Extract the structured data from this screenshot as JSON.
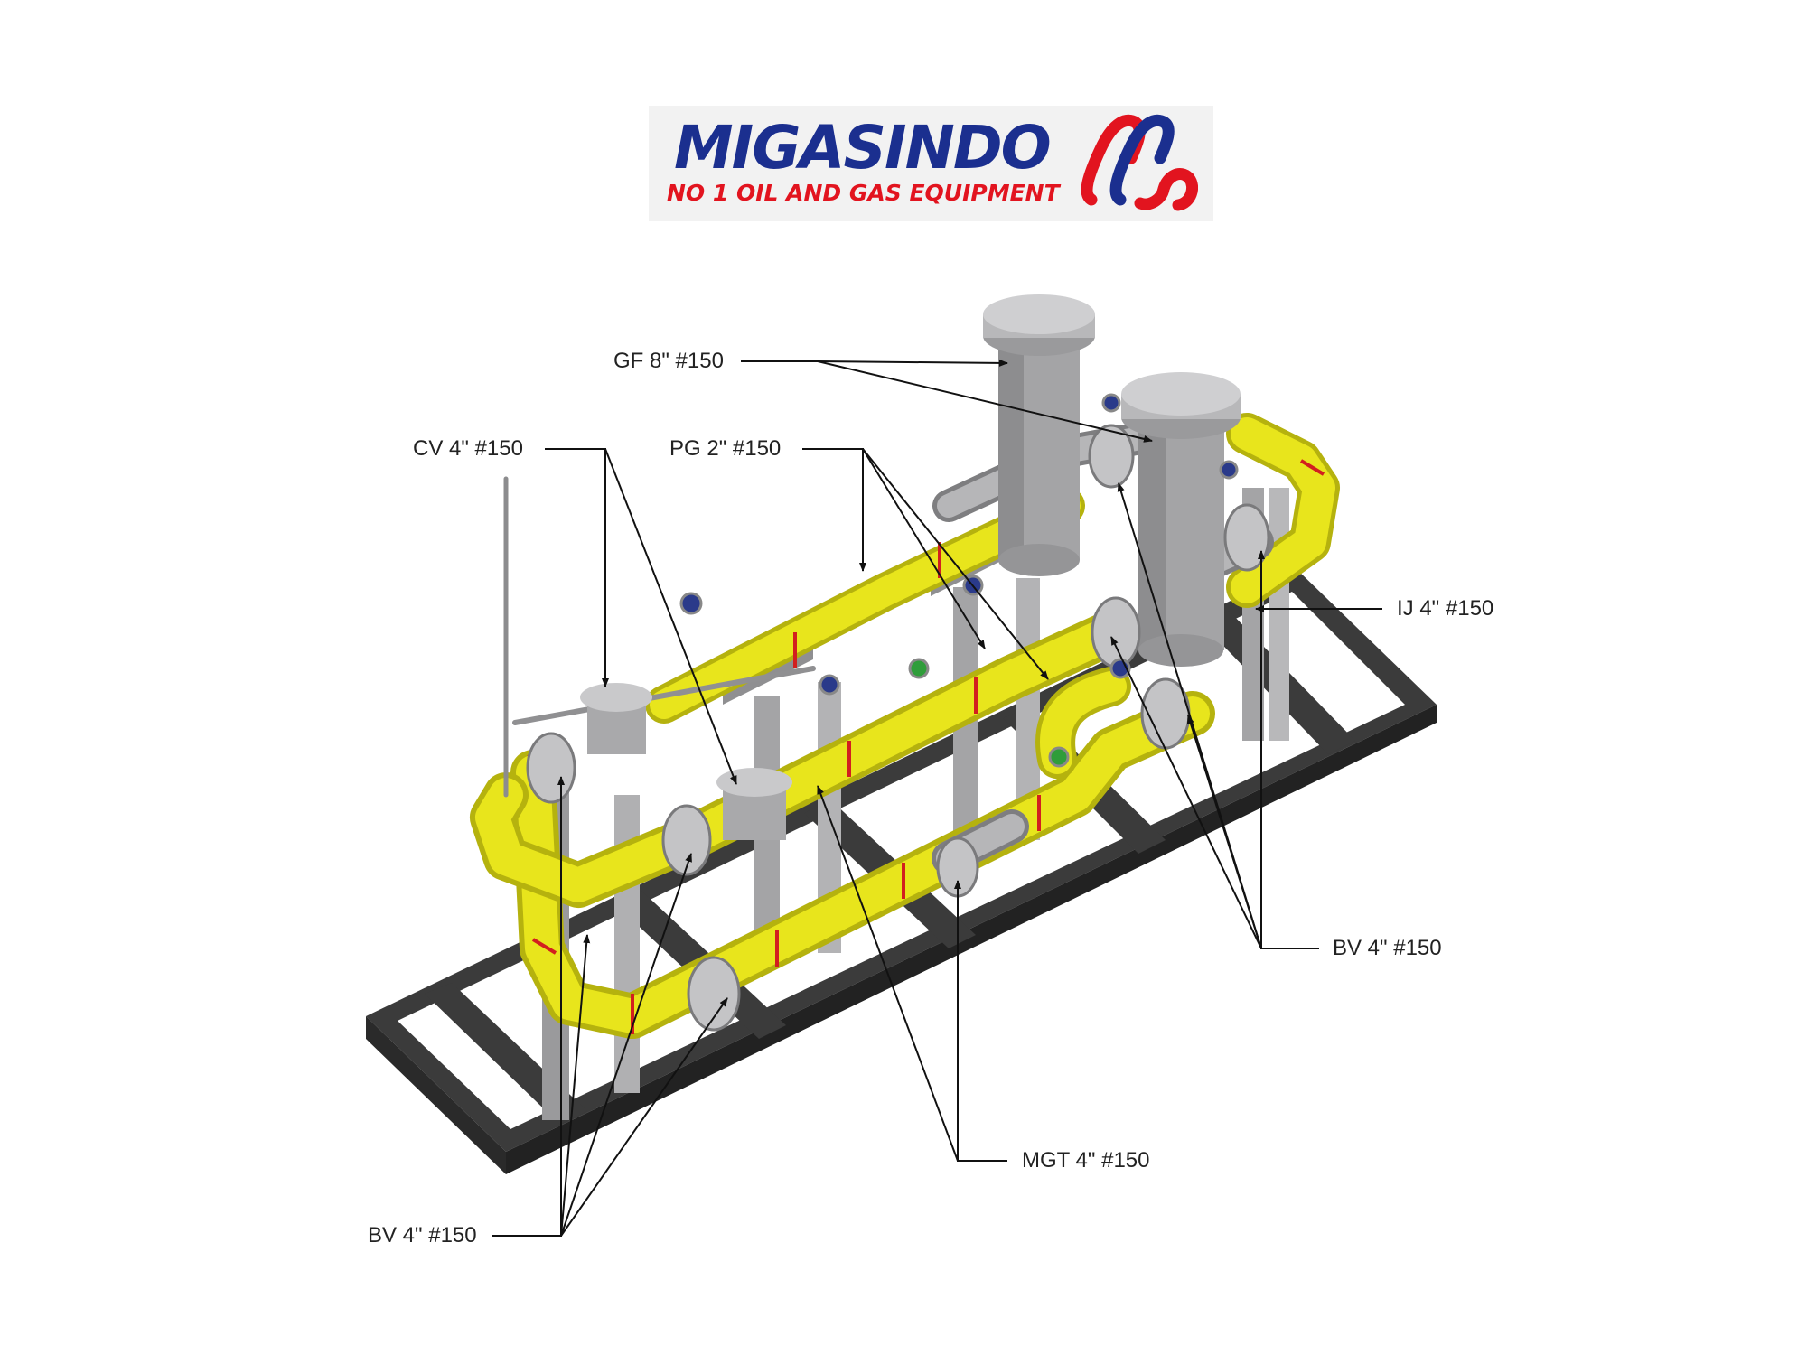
{
  "logo": {
    "name": "MIGASINDO",
    "tagline": "NO 1 OIL AND GAS EQUIPMENT",
    "colors": {
      "blue": "#1b2f8f",
      "red": "#e2141f",
      "background": "#f2f2f2"
    }
  },
  "callouts": {
    "gf": "GF 8\" #150",
    "cv": "CV 4\" #150",
    "pg": "PG 2\" #150",
    "ij": "IJ 4\" #150",
    "bv_right": "BV 4\" #150",
    "mgt": "MGT 4\" #150",
    "bv_left": "BV 4\" #150"
  },
  "colors": {
    "pipe": "#e8e51c",
    "pipe_shade": "#b5b20e",
    "steel": "#a4a4a6",
    "skid": "#333333",
    "weld": "#d21f1f",
    "leader": "#111111"
  }
}
